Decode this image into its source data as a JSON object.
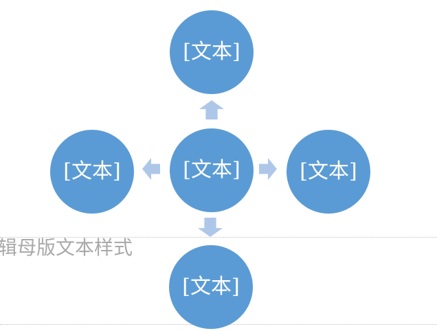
{
  "slide": {
    "background": "#FFFFFF"
  },
  "diagram": {
    "type": "radial-outward",
    "node_fill": "#5B9BD5",
    "node_text_color": "#FFFFFF",
    "arrow_fill": "#AEC7E9",
    "nodes": {
      "top": {
        "label": "[文本]"
      },
      "left": {
        "label": "[文本]"
      },
      "center": {
        "label": "[文本]"
      },
      "right": {
        "label": "[文本]"
      },
      "bottom": {
        "label": "[文本]"
      }
    },
    "arrows": [
      "up",
      "left",
      "right",
      "down"
    ]
  },
  "master_placeholder": {
    "visible_text": "辑母版文本样式",
    "text_color": "#A9A9A9",
    "border_color": "#BFBFBF"
  }
}
